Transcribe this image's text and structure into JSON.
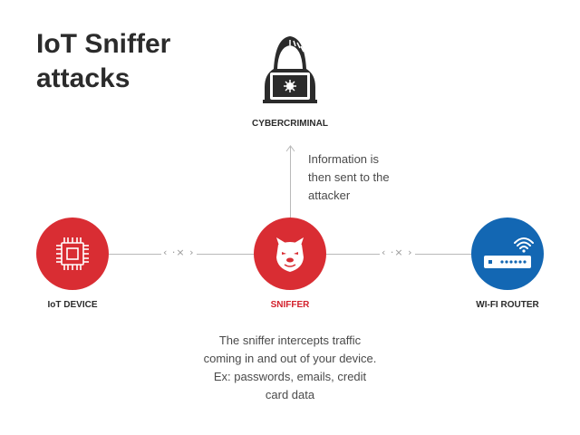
{
  "title": {
    "line1": "IoT Sniffer",
    "line2": "attacks"
  },
  "nodes": {
    "cybercriminal": {
      "label": "CYBERCRIMINAL"
    },
    "iot_device": {
      "label": "IoT DEVICE"
    },
    "sniffer": {
      "label": "SNIFFER"
    },
    "router": {
      "label": "WI-FI ROUTER"
    }
  },
  "notes": {
    "info_sent": [
      "Information is",
      "then sent to the",
      "attacker"
    ],
    "sniffer_desc": [
      "The sniffer intercepts traffic",
      "coming in and out of your device.",
      "Ex: passwords, emails, credit",
      "card data"
    ]
  },
  "flow_indicator": "‹ ·× ›",
  "colors": {
    "red": "#d92d33",
    "blue": "#1367b3",
    "text": "#2b2b2b",
    "line": "#b9b9b9"
  },
  "icons": [
    "hacker-icon",
    "chip-icon",
    "dog-icon",
    "router-icon"
  ]
}
